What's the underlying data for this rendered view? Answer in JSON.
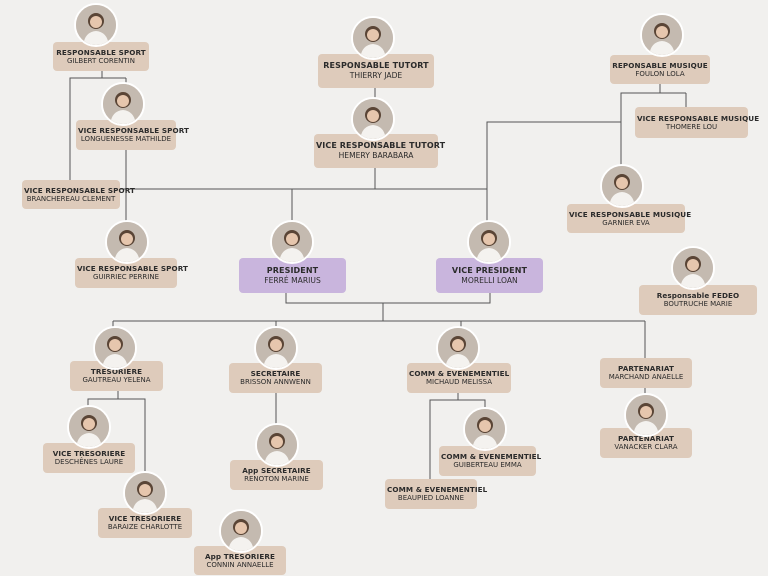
{
  "nodes": {
    "resp_sport": {
      "role": "RESPONSABLE SPORT",
      "name": "GILBERT CORENTIN"
    },
    "vice_sport_1": {
      "role": "VICE RESPONSABLE SPORT",
      "name": "LONGUENESSE MATHILDE"
    },
    "vice_sport_2": {
      "role": "VICE RESPONSABLE SPORT",
      "name": "BRANCHEREAU CLEMENT"
    },
    "vice_sport_3": {
      "role": "VICE RESPONSABLE SPORT",
      "name": "GUIRRIEC PERRINE"
    },
    "resp_tutorat": {
      "role": "RESPONSABLE TUTORT",
      "name": "THIERRY JADE"
    },
    "vice_tutorat": {
      "role": "VICE RESPONSABLE TUTORT",
      "name": "HEMERY BARABARA"
    },
    "resp_musique": {
      "role": "REPONSABLE MUSIQUE",
      "name": "FOULON LOLA"
    },
    "vice_musique_1": {
      "role": "VICE RESPONSABLE MUSIQUE",
      "name": "THOMERE LOU"
    },
    "vice_musique_2": {
      "role": "VICE RESPONSABLE MUSIQUE",
      "name": "GARNIER EVA"
    },
    "president": {
      "role": "PRESIDENT",
      "name": "FERRÉ MARIUS"
    },
    "vice_president": {
      "role": "VICE PRESIDENT",
      "name": "MORELLI LOAN"
    },
    "fedeo": {
      "role": "Responsable FEDEO",
      "name": "BOUTRUCHE MARIE"
    },
    "tresoriere": {
      "role": "TRESORIERE",
      "name": "GAUTREAU YELENA"
    },
    "vice_treso_1": {
      "role": "VICE TRESORIERE",
      "name": "DESCHÊNES LAURE"
    },
    "vice_treso_2": {
      "role": "VICE TRESORIERE",
      "name": "BARAIZE CHARLOTTE"
    },
    "app_treso": {
      "role": "App TRESORIERE",
      "name": "CONNIN ANNAELLE"
    },
    "secretaire": {
      "role": "SECRETAIRE",
      "name": "BRISSON ANNWENN"
    },
    "app_secretaire": {
      "role": "App SECRETAIRE",
      "name": "RENOTON MARINE"
    },
    "comm_1": {
      "role": "COMM & EVENEMENTIEL",
      "name": "MICHAUD MELISSA"
    },
    "comm_2": {
      "role": "COMM & EVENEMENTIEL",
      "name": "GUIBERTEAU EMMA"
    },
    "comm_3": {
      "role": "COMM & EVENEMENTIEL",
      "name": "BEAUPIED LOANNE"
    },
    "partenariat_1": {
      "role": "PARTENARIAT",
      "name": "MARCHAND ANAELLE"
    },
    "partenariat_2": {
      "role": "PARTENARIAT",
      "name": "VANACKER CLARA"
    }
  },
  "colors": {
    "background": "#f1f0ee",
    "card": "#decbbb",
    "card_highlight": "#c9b5dd",
    "connector": "#555555",
    "avatar_ring": "#ffffff"
  },
  "icons": {
    "avatar": "person-photo-icon"
  }
}
